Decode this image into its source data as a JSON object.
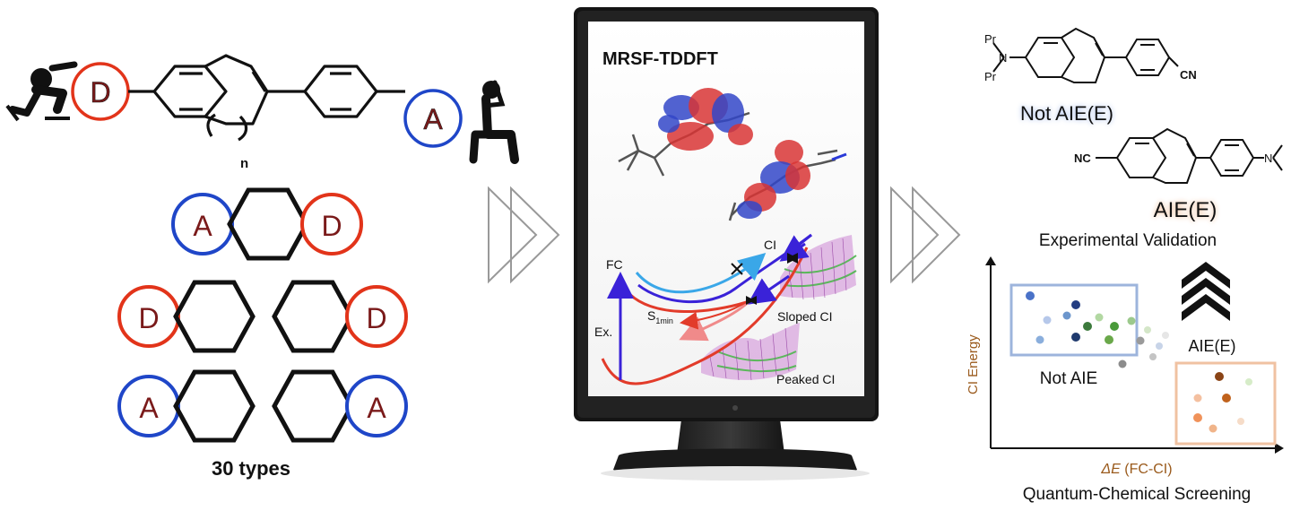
{
  "left": {
    "donor_letter": "D",
    "acceptor_letter": "A",
    "ring_index": "n",
    "types_label": "30 types"
  },
  "monitor": {
    "title": "MRSF-TDDFT",
    "labels": {
      "fc": "FC",
      "ci": "CI",
      "s1min_main": "S",
      "s1min_sub": "1min",
      "ex": "Ex.",
      "sloped_ci": "Sloped CI",
      "peaked_ci": "Peaked CI"
    }
  },
  "right": {
    "mol1": {
      "pr1": "Pr",
      "n": "N",
      "pr2": "Pr",
      "cn": "CN"
    },
    "mol2": {
      "cn": "NC",
      "n": "N"
    },
    "not_aie_e": "Not AIE(E)",
    "aie_e": "AIE(E)",
    "experimental": "Experimental Validation",
    "aie_e_small": "AIE(E)",
    "not_aie": "Not AIE",
    "y_axis": "CI Energy",
    "x_axis_delta": "ΔE",
    "x_axis_rest": " (FC-CI)",
    "screening": "Quantum-Chemical Screening"
  },
  "colors": {
    "donor": "#e2341a",
    "acceptor": "#1f46c8",
    "not_aie_box": "#9db4dc",
    "aie_box": "#f0c2a2",
    "axis_label_brown": "#9a5a1c"
  }
}
